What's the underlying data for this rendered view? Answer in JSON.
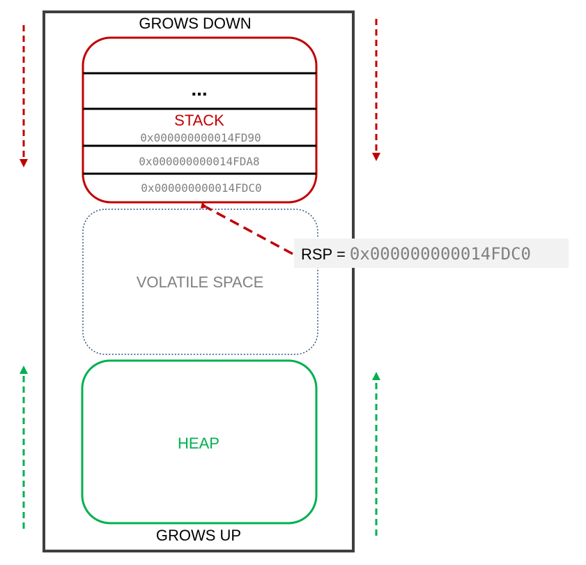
{
  "labels": {
    "grows_down": "GROWS DOWN",
    "grows_up": "GROWS UP",
    "stack": "STACK",
    "ellipsis": "...",
    "volatile_space": "VOLATILE SPACE",
    "heap": "HEAP"
  },
  "stack_addresses": [
    "0x000000000014FD90",
    "0x000000000014FDA8",
    "0x000000000014FDC0"
  ],
  "rsp": {
    "label": "RSP = ",
    "value": "0x000000000014FDC0"
  },
  "colors": {
    "stack": "#c00000",
    "heap": "#00b050",
    "frame": "#3f3f3f",
    "volatile_border": "#2f4f7f",
    "volatile_text": "#808080",
    "address_text": "#808080",
    "rsp_box": "#f2f2f2"
  }
}
